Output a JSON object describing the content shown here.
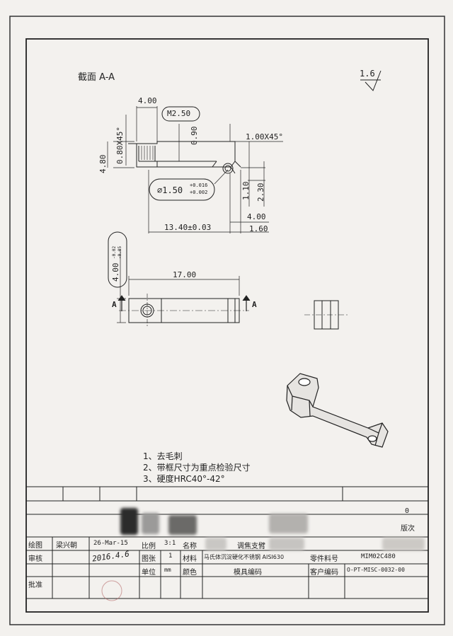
{
  "section_title": "截面  A-A",
  "roughness": "1.6",
  "dims": {
    "d_400_top": "4.00",
    "m250": "M2.50",
    "d080x45": "0.80X45°",
    "d480": "4.80",
    "d090": "0.90",
    "d100x45": "1.00X45°",
    "phi150": "∅1.50",
    "phi_tol_up": "+0.016",
    "phi_tol_dn": "+0.002",
    "d110": "1.10",
    "d230": "2.30",
    "d400_right": "4.00",
    "d1340": "13.40±0.03",
    "d160": "1.60",
    "d400_side": "4.00",
    "d400_tol_up": "-0.02",
    "d400_tol_dn": "-0.05",
    "d1700": "17.00",
    "a_left": "A",
    "a_right": "A"
  },
  "notes": [
    "1、去毛刺",
    "2、带框尺寸为重点检验尺寸",
    "3、硬度HRC40°-42°"
  ],
  "title_block": {
    "zero": "0",
    "bandci": "版次",
    "drawn_label": "绘图",
    "drawn_name": "梁兴朝",
    "date": "26-Mar-15",
    "scale_label": "比例",
    "scale": "3:1",
    "name_label": "名称",
    "part_name": "调焦支臂",
    "review_label": "审核",
    "review_date": "2016.4.6",
    "sheets_label": "图张",
    "sheets": "1",
    "material_label": "材料",
    "material": "马氏体沉淀硬化不锈钢  AISI630",
    "partno_label": "零件料号",
    "partno": "MIM02C480",
    "approve_label": "批准",
    "unit_label": "单位",
    "unit": "mm",
    "color_label": "颜色",
    "mold_label": "模具编码",
    "customer_label": "客户编码",
    "customer_code": "O-PT-MISC-0032-00"
  }
}
